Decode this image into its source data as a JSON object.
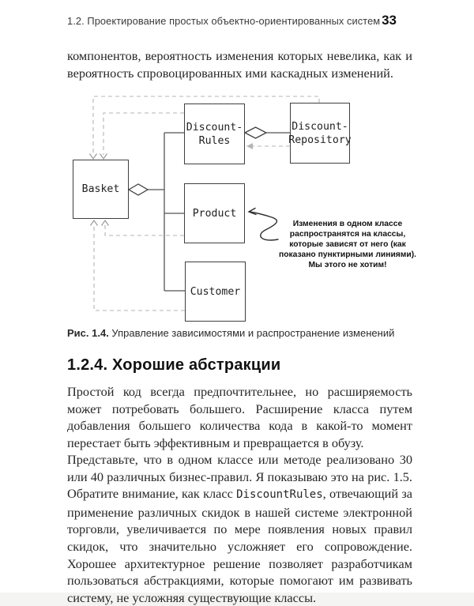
{
  "header": {
    "running_title": "1.2. Проектирование простых объектно-ориентированных систем",
    "page_number": "33"
  },
  "intro_paragraph": "компонентов, вероятность изменения которых невелика, как и вероятность спровоцированных ими каскадных изменений.",
  "diagram": {
    "boxes": {
      "basket": {
        "label": "Basket"
      },
      "discount_rules": {
        "line1": "Discount-",
        "line2": "Rules"
      },
      "discount_repository": {
        "line1": "Discount-",
        "line2": "Repository"
      },
      "product": {
        "label": "Product"
      },
      "customer": {
        "label": "Customer"
      }
    },
    "annotation": {
      "lines": [
        "Изменения в одном классе",
        "распространятся на классы,",
        "которые зависят от него (как",
        "показано пунктирными линиями).",
        "Мы этого не хотим!"
      ]
    },
    "solid_edges": [
      "Basket ◇— DiscountRules",
      "Basket ◇— Product",
      "Basket ◇— Customer",
      "DiscountRules ◇— DiscountRepository"
    ],
    "dashed_edges": [
      "DiscountRepository ⇢ Basket",
      "DiscountRules ⇢ Basket",
      "Product ⇢ Basket",
      "Customer ⇢ Basket",
      "DiscountRepository ⇢ DiscountRules"
    ],
    "colors": {
      "box_border": "#3f3f3f",
      "solid_line": "#555555",
      "dashed_line": "#b5b5b5",
      "arrowhead": "#9a9a9a",
      "annotation_arrow": "#2e2e2e"
    }
  },
  "caption": {
    "label": "Рис. 1.4.",
    "text": " Управление зависимостями и распространение изменений"
  },
  "section": {
    "heading": "1.2.4. Хорошие абстракции"
  },
  "paragraphs": {
    "p1": "Простой код всегда предпочтительнее, но расширяемость может потребовать большего. Расширение класса путем добавления большего количества кода в какой-то момент перестает быть эффективным и превращается в обузу.",
    "p2_part1": "Представьте, что в одном классе или методе реализовано 30 или 40 различных бизнес-правил. Я показываю это на рис. 1.5. Обратите внимание, как класс ",
    "p2_code": "DiscountRules",
    "p2_part2": ", отвечающий за применение различных скидок в нашей системе электронной торговли, увеличивается по мере появления новых правил скидок, что значительно усложняет его сопровождение. Хорошее архитектурное решение позволяет разработчикам пользоваться абстракциями, которые помогают им развивать систему, не усложняя существующие классы."
  }
}
